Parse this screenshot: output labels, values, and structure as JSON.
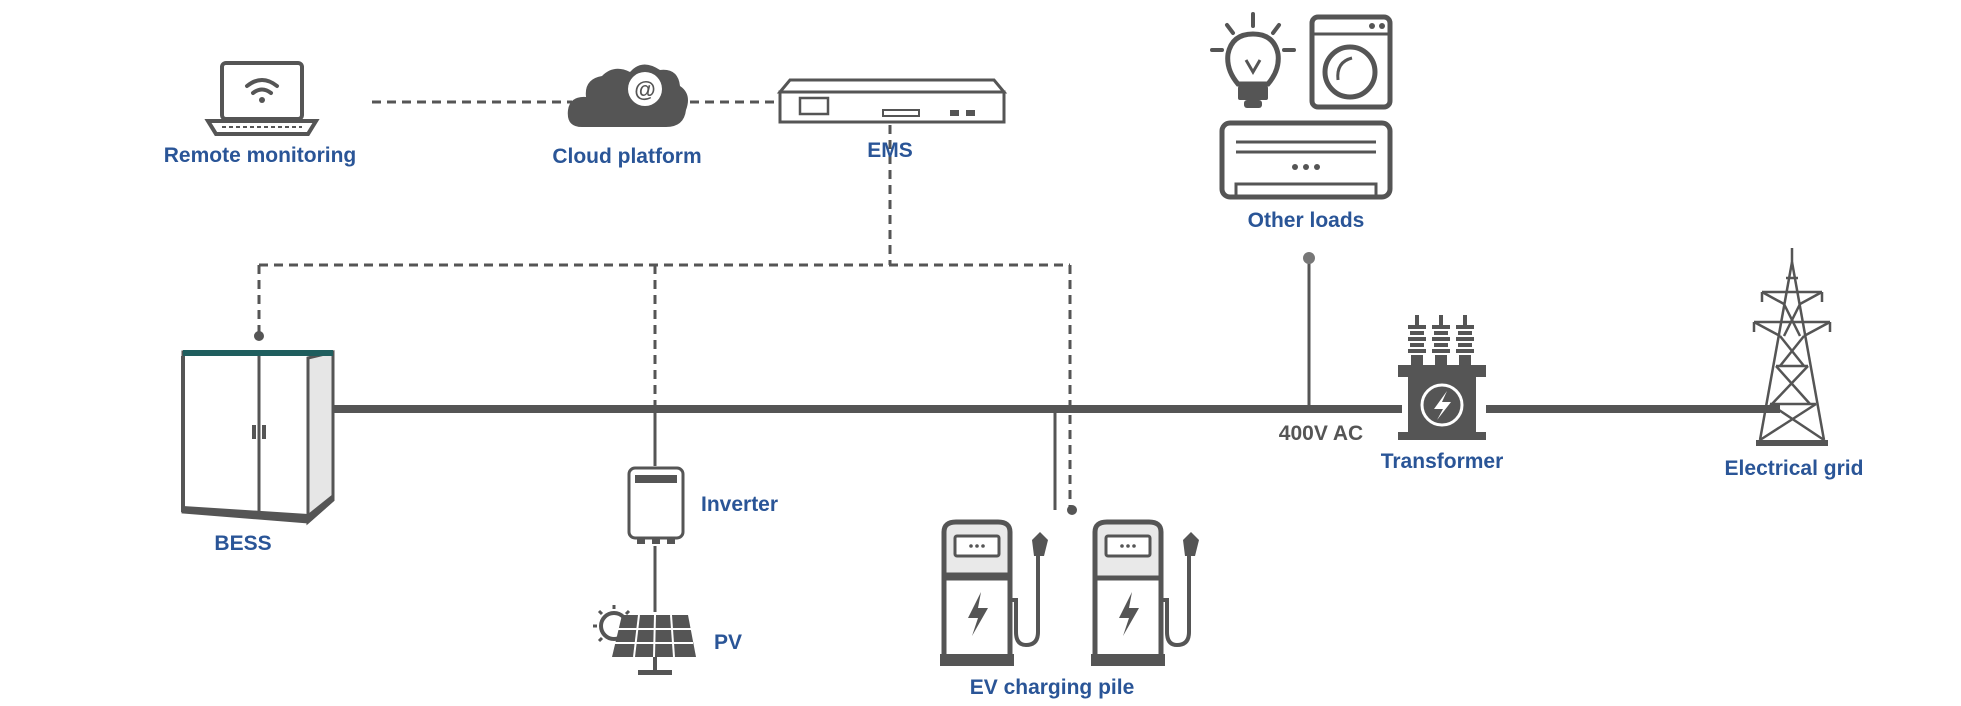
{
  "diagram": {
    "colors": {
      "label": "#2a5597",
      "line": "#555555",
      "cabinet_top": "#1f5e5e",
      "background": "#ffffff"
    },
    "labels": {
      "remote_monitoring": "Remote monitoring",
      "cloud_platform": "Cloud platform",
      "ems": "EMS",
      "other_loads": "Other loads",
      "bess": "BESS",
      "inverter": "Inverter",
      "pv": "PV",
      "ev_charging_pile": "EV charging pile",
      "bus_voltage": "400V AC",
      "transformer": "Transformer",
      "electrical_grid": "Electrical grid"
    },
    "icons": {
      "laptop": "laptop-wifi-icon",
      "cloud": "cloud-at-icon",
      "ems": "ems-rack-unit-icon",
      "bulb": "light-bulb-icon",
      "washer": "washing-machine-icon",
      "ac": "air-conditioner-icon",
      "bess": "battery-cabinet-icon",
      "inverter": "inverter-icon",
      "pv": "solar-panel-icon",
      "charger": "ev-charger-icon",
      "transformer": "transformer-icon",
      "grid": "transmission-tower-icon"
    }
  }
}
